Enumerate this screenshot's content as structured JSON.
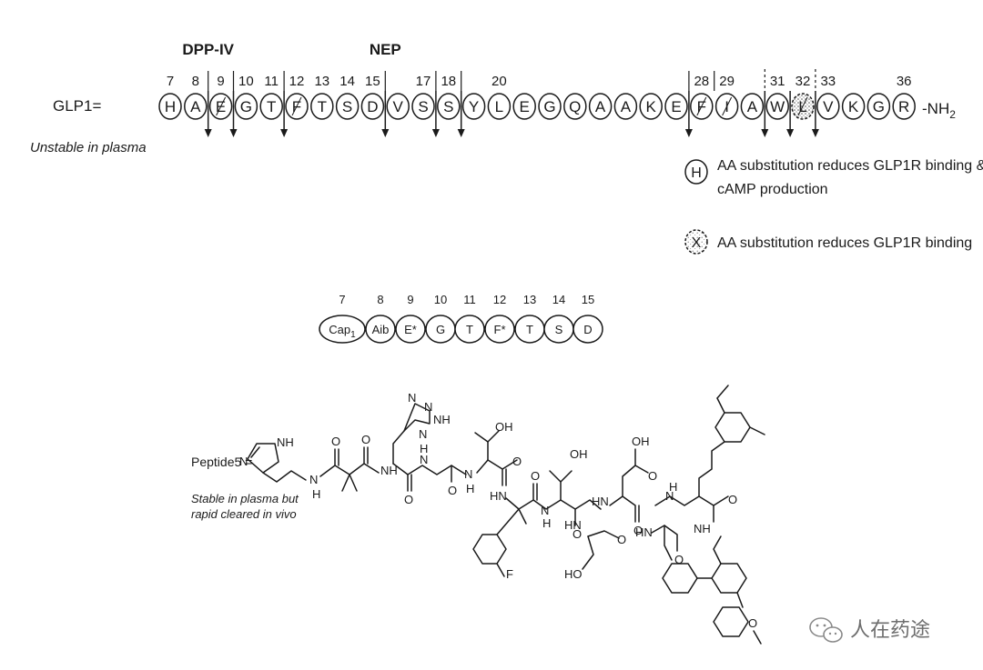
{
  "glp1": {
    "label": "GLP1=",
    "note": "Unstable in plasma",
    "terminus": "-NH",
    "terminus_sub": "2",
    "residues": [
      "H",
      "A",
      "E",
      "G",
      "T",
      "F",
      "T",
      "S",
      "D",
      "V",
      "S",
      "S",
      "Y",
      "L",
      "E",
      "G",
      "Q",
      "A",
      "A",
      "K",
      "E",
      "F",
      "I",
      "A",
      "W",
      "L",
      "V",
      "K",
      "G",
      "R"
    ],
    "numbers": [
      {
        "index": 0,
        "text": "7"
      },
      {
        "index": 1,
        "text": "8"
      },
      {
        "index": 2,
        "text": "9"
      },
      {
        "index": 3,
        "text": "10"
      },
      {
        "index": 4,
        "text": "11"
      },
      {
        "index": 5,
        "text": "12"
      },
      {
        "index": 6,
        "text": "13"
      },
      {
        "index": 7,
        "text": "14"
      },
      {
        "index": 8,
        "text": "15"
      },
      {
        "index": 10,
        "text": "17"
      },
      {
        "index": 11,
        "text": "18"
      },
      {
        "index": 13,
        "text": "20"
      },
      {
        "index": 21,
        "text": "28"
      },
      {
        "index": 22,
        "text": "29"
      },
      {
        "index": 24,
        "text": "31"
      },
      {
        "index": 25,
        "text": "32"
      },
      {
        "index": 26,
        "text": "33"
      },
      {
        "index": 29,
        "text": "36"
      }
    ],
    "cleavage_groups": [
      {
        "label": "DPP-IV",
        "after_index": 1
      },
      {
        "label": "NEP",
        "after_index": 8
      }
    ],
    "hatched_residues": [
      2,
      5,
      21,
      22,
      25
    ],
    "stippled_residues": [
      25
    ],
    "arrow_positions": [
      1.5,
      2.5,
      4.5,
      8.5,
      10.5,
      11.5,
      20.5,
      23.5,
      24.5,
      25.5
    ]
  },
  "legend": {
    "items": [
      {
        "symbol": "H",
        "line1": "AA substitution reduces GLP1R binding &",
        "line2": "cAMP production"
      },
      {
        "symbol": "X",
        "line1": "AA substitution reduces GLP1R binding",
        "line2": ""
      }
    ]
  },
  "analog": {
    "numbers": [
      "7",
      "8",
      "9",
      "10",
      "11",
      "12",
      "13",
      "14",
      "15"
    ],
    "residues": [
      "Cap",
      "Aib",
      "E*",
      "G",
      "T",
      "F*",
      "T",
      "S",
      "D"
    ],
    "first_sub": "1"
  },
  "peptide5": {
    "label": "Peptide5 =",
    "note_line1": "Stable in plasma but",
    "note_line2": "rapid cleared in vivo"
  },
  "watermark": {
    "text": "人在药途"
  }
}
